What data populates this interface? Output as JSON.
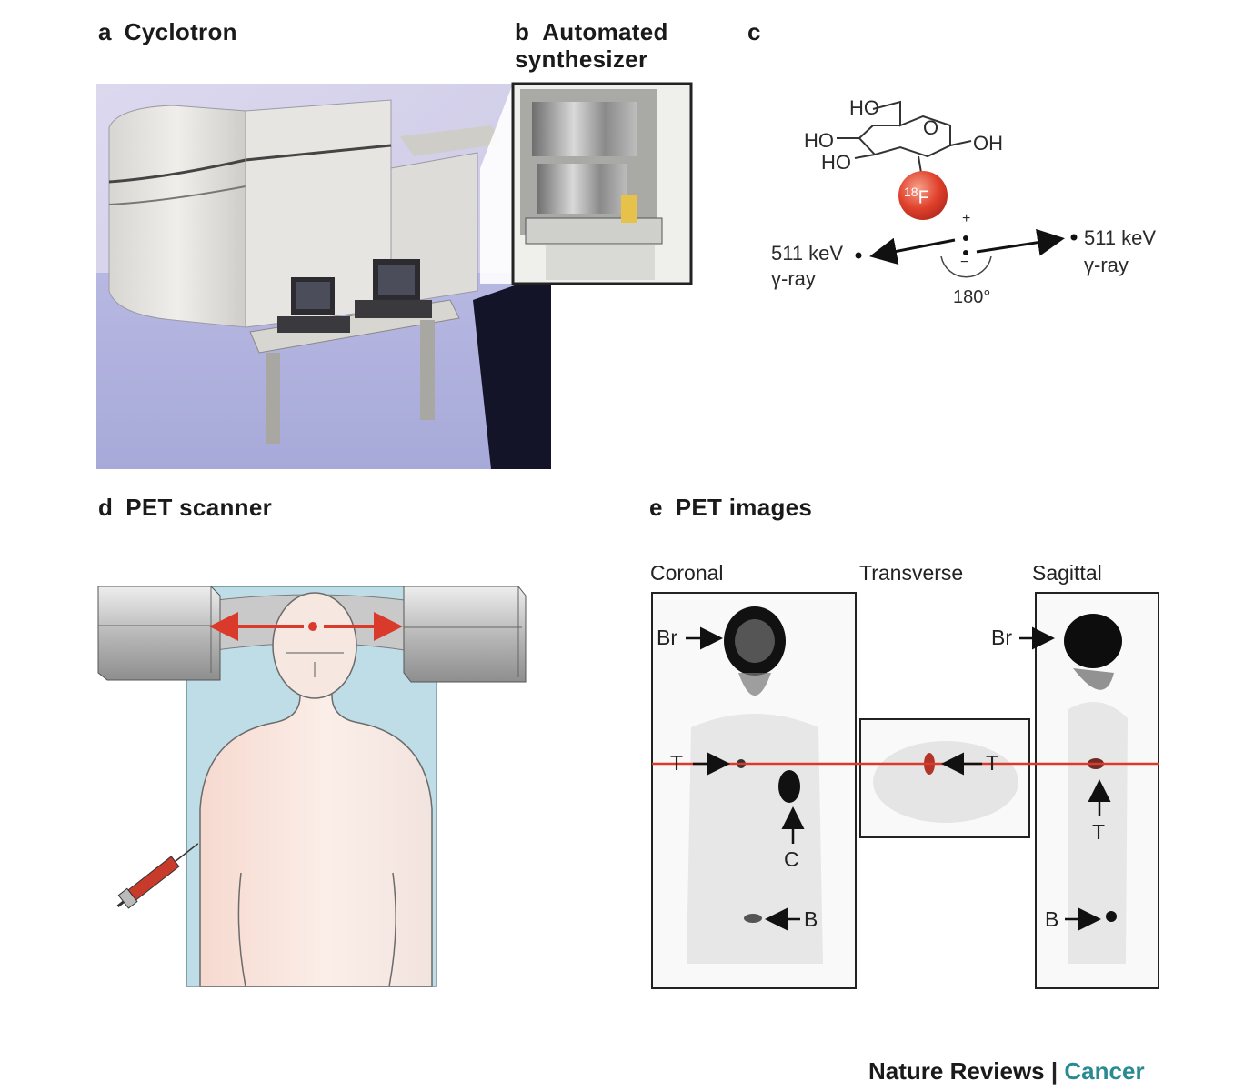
{
  "panels": {
    "a": {
      "letter": "a",
      "title": "Cyclotron"
    },
    "b": {
      "letter": "b",
      "title": "Automated",
      "title2": "synthesizer"
    },
    "c": {
      "letter": "c"
    },
    "d": {
      "letter": "d",
      "title": "PET scanner"
    },
    "e": {
      "letter": "e",
      "title": "PET images"
    }
  },
  "molecule": {
    "ho_top": "HO",
    "ho_left1": "HO",
    "ho_left2": "HO",
    "ring_o": "O",
    "oh_right": "OH",
    "isotope_mass": "18",
    "isotope_symbol": "F",
    "plus": "+",
    "minus": "−",
    "angle": "180°",
    "left_energy": "511 keV",
    "left_ray": "γ-ray",
    "right_energy": "511 keV",
    "right_ray": "γ-ray"
  },
  "pet_images": {
    "views": [
      "Coronal",
      "Transverse",
      "Sagittal"
    ],
    "markers": {
      "brain": "Br",
      "tumor": "T",
      "heart": "C",
      "bladder": "B"
    }
  },
  "footer": {
    "brand": "Nature Reviews",
    "separator": "|",
    "subject": "Cancer"
  },
  "colors": {
    "red": "#d93a2b",
    "teal": "#2a8a93"
  }
}
